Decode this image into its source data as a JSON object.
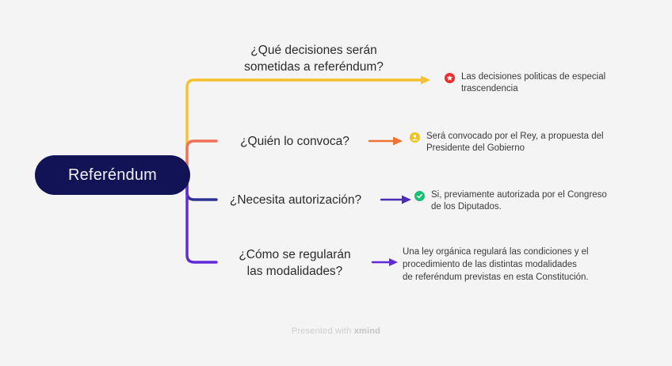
{
  "app": {
    "background_color": "#f4f4f4",
    "footer_prefix": "Presented with ",
    "footer_brand": "xmind"
  },
  "root": {
    "label": "Referéndum",
    "fill_color": "#111356",
    "text_color": "#f2f2f7"
  },
  "branches": [
    {
      "topic": "¿Qué decisiones serán\nsometidas a referéndum?",
      "connector_color": "#fbc02d",
      "arrow_color": "#fbc02d",
      "badge": "star-badge-icon",
      "badge_color": "#ec2d2d",
      "note": "Las decisiones politicas de especial\ntrascendencia"
    },
    {
      "topic": "¿Quién lo convoca?",
      "connector_color": "#f2705a",
      "arrow_color": "#ef7434",
      "badge": "user-badge-icon",
      "badge_color": "#f0c419",
      "note": "Será convocado por el Rey, a propuesta del\nPresidente del Gobierno"
    },
    {
      "topic": "¿Necesita autorización?",
      "connector_color": "#2e3192",
      "arrow_color": "#4a2fb5",
      "badge": "check-badge-icon",
      "badge_color": "#16c172",
      "note": "Si, previamente autorizada por el Congreso\nde los Diputados."
    },
    {
      "topic": "¿Cómo se regularán\nlas modalidades?",
      "connector_color": "#6029d9",
      "arrow_color": "#6029d9",
      "badge": "none",
      "badge_color": "",
      "note": "Una ley orgánica regulará las condiciones y el\nprocedimiento de las distintas modalidades\nde referéndum previstas en esta Constitución."
    }
  ]
}
